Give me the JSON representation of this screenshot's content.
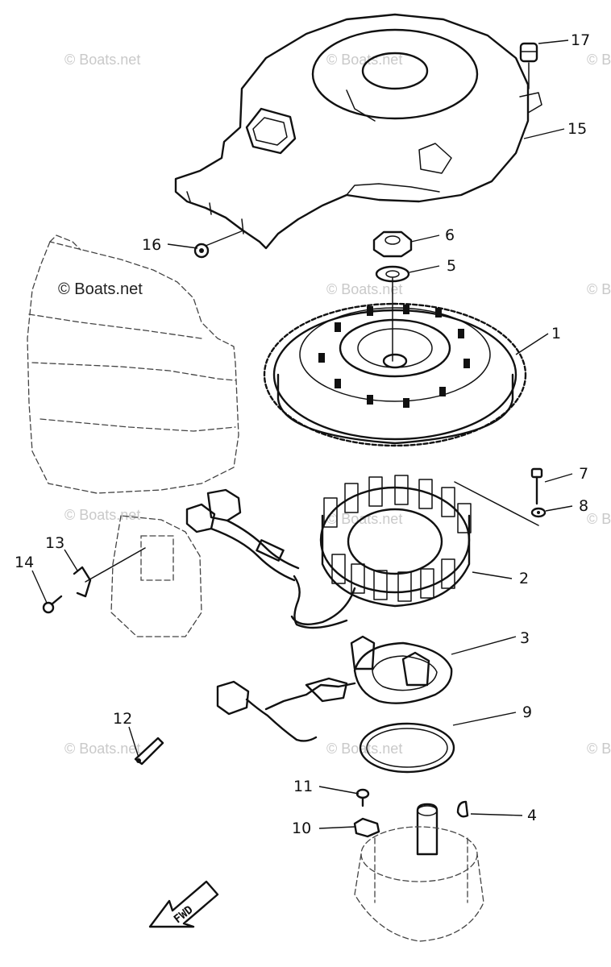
{
  "watermark": {
    "text": "© Boats.net"
  },
  "direction_arrow": {
    "label": "FWD"
  },
  "callouts": [
    {
      "number": "1"
    },
    {
      "number": "2"
    },
    {
      "number": "3"
    },
    {
      "number": "4"
    },
    {
      "number": "5"
    },
    {
      "number": "6"
    },
    {
      "number": "7"
    },
    {
      "number": "8"
    },
    {
      "number": "9"
    },
    {
      "number": "10"
    },
    {
      "number": "11"
    },
    {
      "number": "12"
    },
    {
      "number": "13"
    },
    {
      "number": "14"
    },
    {
      "number": "15"
    },
    {
      "number": "16"
    },
    {
      "number": "17"
    }
  ],
  "colors": {
    "ink": "#111111",
    "watermark": "#c9c9c9",
    "background": "#ffffff"
  }
}
